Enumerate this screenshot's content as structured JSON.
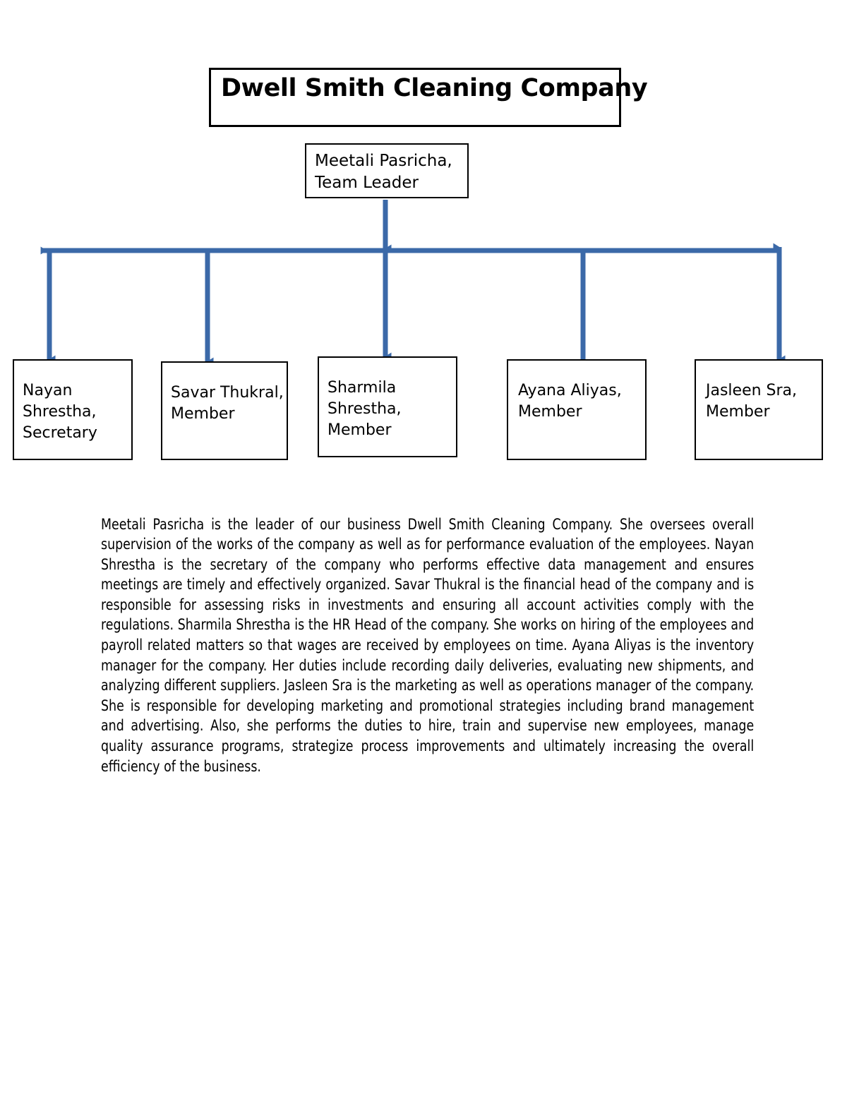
{
  "document": {
    "title": "Dwell Smith Cleaning Company"
  },
  "org_chart": {
    "leader": {
      "name": "Meetali Pasricha,",
      "role": "Team Leader",
      "label": "Meetali Pasricha,\nTeam Leader"
    },
    "members": [
      {
        "label": "Nayan\nShrestha,\nSecretary",
        "name": "Nayan Shrestha",
        "role": "Secretary"
      },
      {
        "label": "Savar Thukral,\nMember",
        "name": "Savar Thukral",
        "role": "Member"
      },
      {
        "label": "Sharmila\nShrestha,\nMember",
        "name": "Sharmila Shrestha",
        "role": "Member"
      },
      {
        "label": "Ayana Aliyas,\nMember",
        "name": "Ayana Aliyas",
        "role": "Member"
      },
      {
        "label": "Jasleen Sra,\nMember",
        "name": "Jasleen Sra",
        "role": "Member"
      }
    ],
    "connector_color": "#3B69A8",
    "box_border_color": "#000000"
  },
  "body": {
    "paragraph": "Meetali Pasricha is the leader of our business Dwell Smith Cleaning Company. She oversees overall supervision of the works of the company as well as for performance evaluation of the employees. Nayan Shrestha is the secretary of the company who performs effective data management and ensures meetings are timely and effectively organized. Savar Thukral is the financial head of the company and is responsible for assessing risks in investments and ensuring all account activities comply with the regulations. Sharmila Shrestha is the HR Head of the company. She works on hiring of the employees and payroll related matters so that wages are received by employees on time. Ayana Aliyas is the inventory manager for the company. Her duties include recording daily deliveries, evaluating new shipments, and analyzing different suppliers. Jasleen Sra is the marketing as well as operations manager of the company. She is responsible for developing marketing and promotional strategies including brand management and advertising. Also, she performs the duties to hire, train and supervise new employees, manage quality assurance programs, strategize process improvements and ultimately increasing the overall efficiency of the business."
  }
}
